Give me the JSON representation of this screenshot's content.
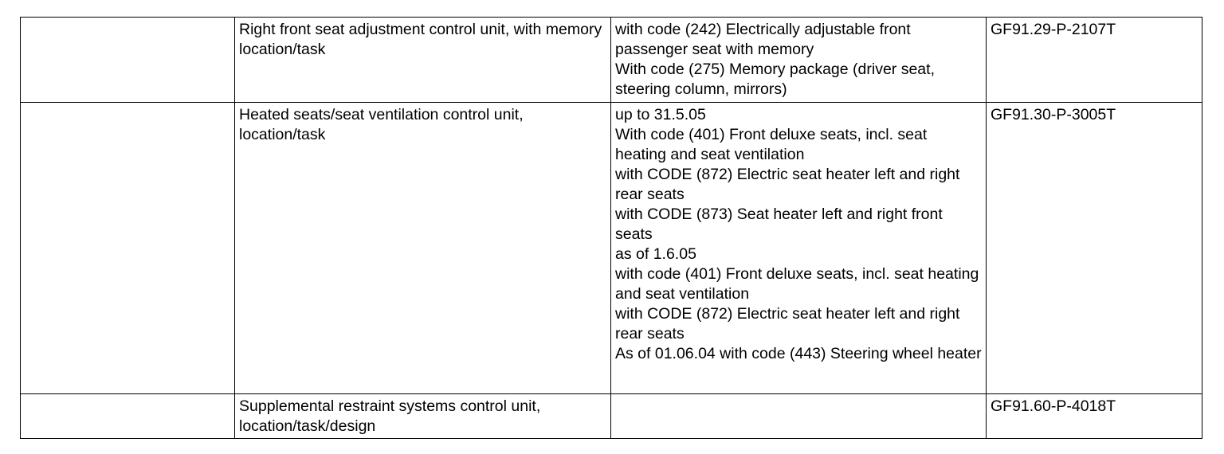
{
  "rows": [
    {
      "component": "Right front seat adjustment control unit, with memory location/task",
      "conditions": [
        "with code (242) Electrically adjustable front passenger seat with memory",
        "With code (275) Memory package (driver seat, steering column, mirrors)"
      ],
      "document_code": "GF91.29-P-2107T"
    },
    {
      "component": "Heated seats/seat ventilation control unit, location/task",
      "conditions": [
        "up to 31.5.05",
        "With code (401) Front deluxe seats, incl. seat heating and seat ventilation",
        "with CODE (872) Electric seat heater left and right rear seats",
        "with CODE (873) Seat heater left and right front seats",
        "as of 1.6.05",
        "with code (401) Front deluxe seats, incl. seat heating and seat ventilation",
        "with CODE (872) Electric seat heater left and right rear seats",
        "As of 01.06.04 with code (443) Steering wheel heater"
      ],
      "document_code": "GF91.30-P-3005T"
    },
    {
      "component": "Supplemental restraint systems control unit, location/task/design",
      "conditions": [],
      "document_code": "GF91.60-P-4018T"
    }
  ]
}
